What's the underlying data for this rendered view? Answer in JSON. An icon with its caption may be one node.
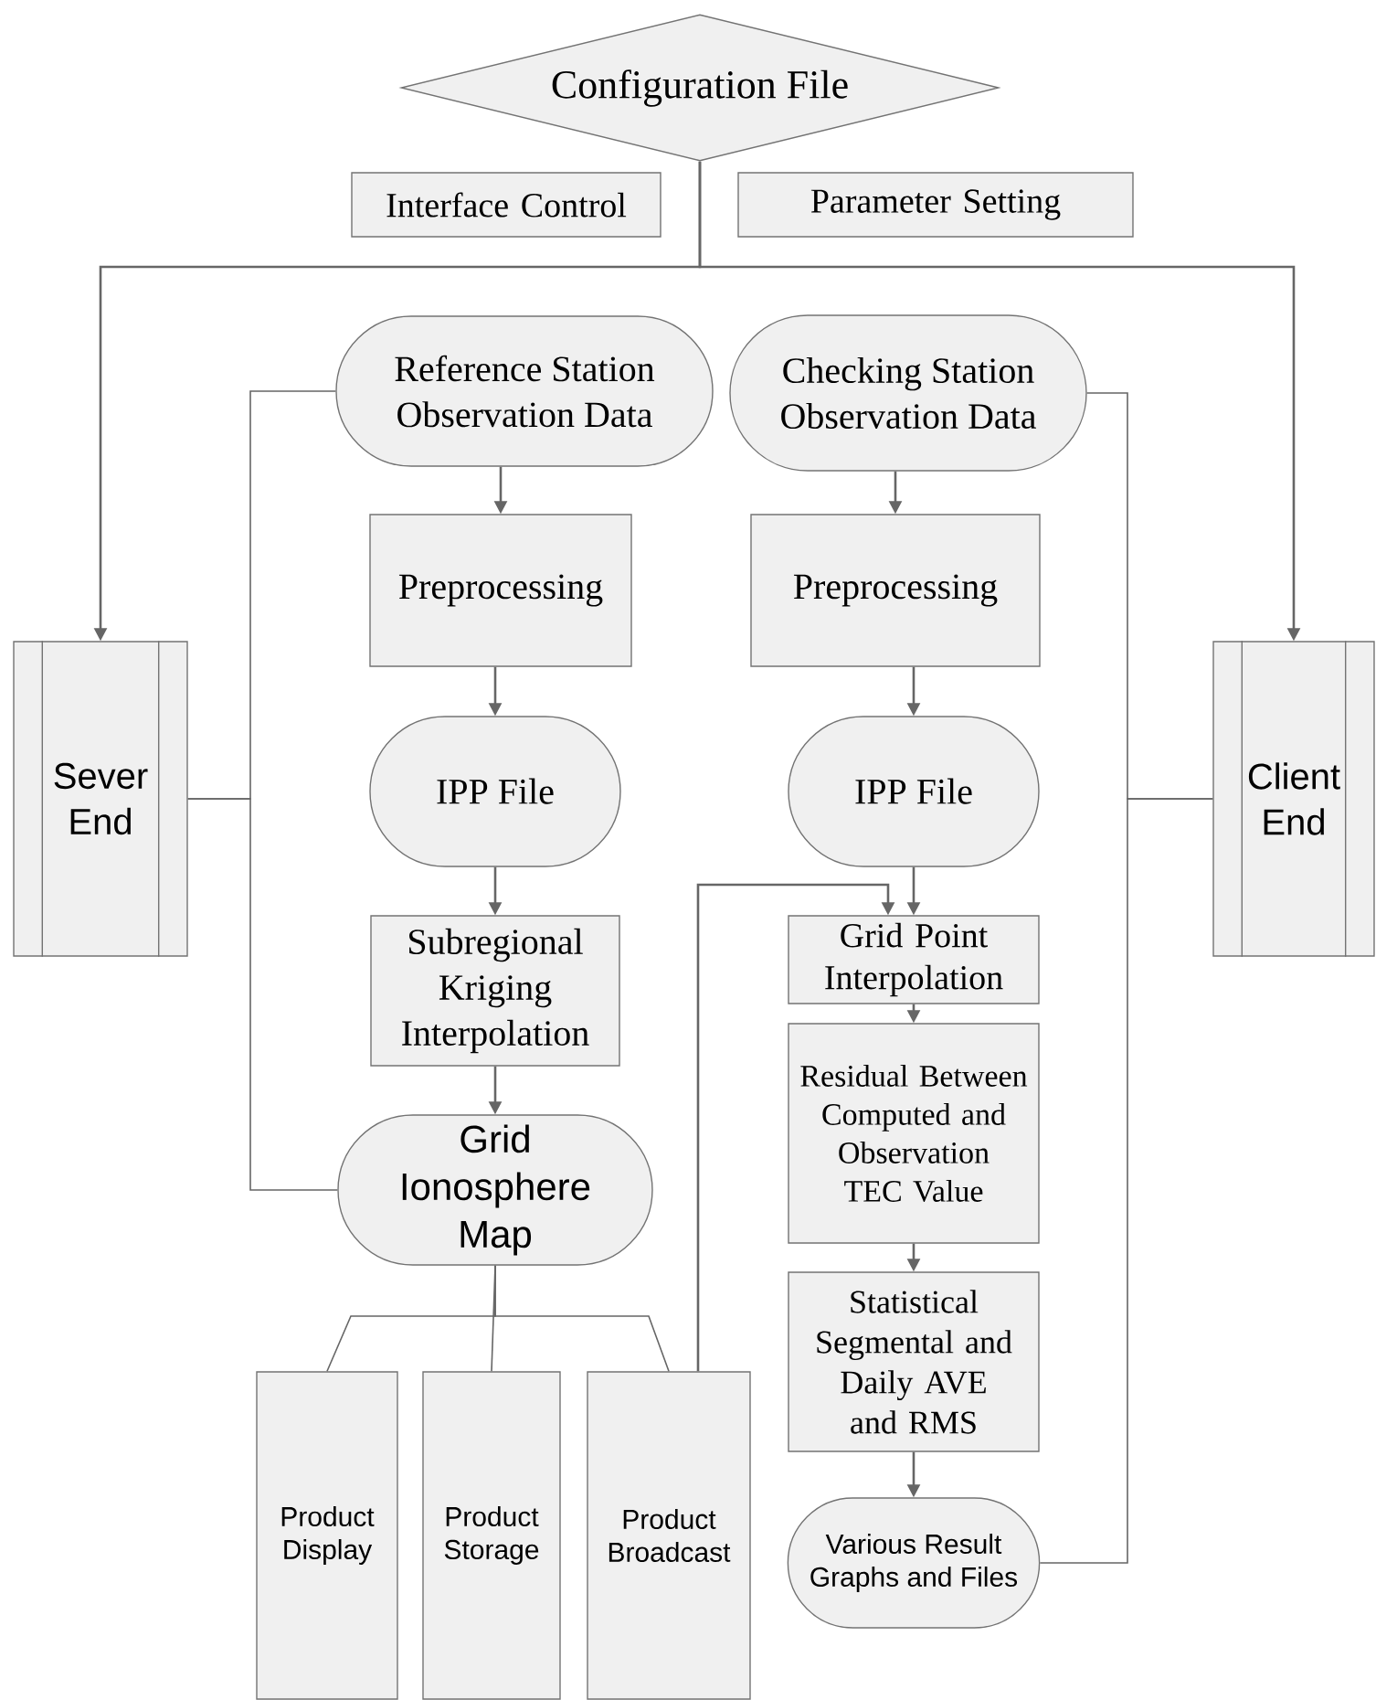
{
  "diagram": {
    "nodes": [
      {
        "text": [
          "Configuration File"
        ]
      },
      {
        "text": [
          "Interface Control"
        ]
      },
      {
        "text": [
          "Parameter Setting"
        ]
      },
      {
        "text": [
          "Reference Station Observation Data"
        ]
      },
      {
        "text": [
          "Checking Station Observation Data"
        ]
      },
      {
        "text": [
          "Preprocessing"
        ]
      },
      {
        "text": [
          "Preprocessing"
        ]
      },
      {
        "text": [
          "Sever End"
        ]
      },
      {
        "text": [
          "Client End"
        ]
      },
      {
        "text": [
          "IPP File"
        ]
      },
      {
        "text": [
          "IPP File"
        ]
      },
      {
        "text": [
          "Subregional Kriging Interpolation"
        ]
      },
      {
        "text": [
          "Grid Point Interpolation"
        ]
      },
      {
        "text": [
          "Residual Between Computed and Observation TEC Value"
        ]
      },
      {
        "text": [
          "Grid Ionosphere Map"
        ]
      },
      {
        "text": [
          "Statistical Segmental and Daily AVE and RMS"
        ]
      },
      {
        "text": [
          "Product Display"
        ]
      },
      {
        "text": [
          "Product Storage"
        ]
      },
      {
        "text": [
          "Product Broadcast"
        ]
      },
      {
        "text": [
          "Various Result Graphs and Files"
        ]
      }
    ],
    "edges": [
      {
        "from": 0,
        "to": 7,
        "arrow": "to"
      },
      {
        "from": 0,
        "to": 8,
        "arrow": "to"
      },
      {
        "from": 3,
        "to": 5,
        "arrow": "to"
      },
      {
        "from": 5,
        "to": 9,
        "arrow": "to"
      },
      {
        "from": 9,
        "to": 11,
        "arrow": "to"
      },
      {
        "from": 11,
        "to": 14,
        "arrow": "to"
      },
      {
        "from": 4,
        "to": 6,
        "arrow": "to"
      },
      {
        "from": 6,
        "to": 10,
        "arrow": "to"
      },
      {
        "from": 10,
        "to": 12,
        "arrow": "to"
      },
      {
        "from": 12,
        "to": 13,
        "arrow": "to"
      },
      {
        "from": 13,
        "to": 15,
        "arrow": "to"
      },
      {
        "from": 15,
        "to": 19,
        "arrow": "to"
      },
      {
        "from": 7,
        "to": 3,
        "arrow": "none"
      },
      {
        "from": 7,
        "to": 14,
        "arrow": "none"
      },
      {
        "from": 8,
        "to": 4,
        "arrow": "none"
      },
      {
        "from": 8,
        "to": 19,
        "arrow": "none"
      },
      {
        "from": 14,
        "to": 16,
        "arrow": "none"
      },
      {
        "from": 14,
        "to": 17,
        "arrow": "none"
      },
      {
        "from": 14,
        "to": 18,
        "arrow": "none"
      },
      {
        "from": 18,
        "to": 12,
        "arrow": "to"
      }
    ]
  }
}
